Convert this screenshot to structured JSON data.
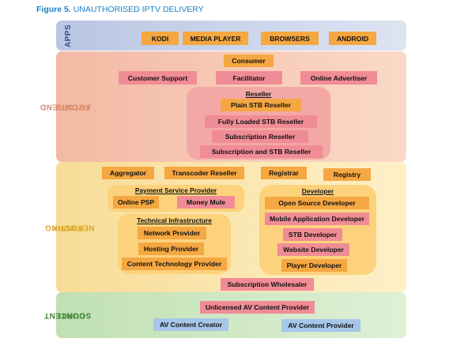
{
  "figure": {
    "number": "Figure 5.",
    "title": "UNAUTHORISED IPTV DELIVERY"
  },
  "bands": {
    "apps": {
      "label": "APPS"
    },
    "front_end": {
      "label_line1": "FRONT-END",
      "label_line2": "ACTORS"
    },
    "hosting": {
      "label_line1": "HOSTING",
      "label_line2": "NETWORK"
    },
    "content": {
      "label_line1": "CONTENT",
      "label_line2": "SOURCE"
    }
  },
  "apps": [
    "KODI",
    "MEDIA PLAYER",
    "BROWSERS",
    "ANDROID"
  ],
  "front_end": {
    "consumer": "Consumer",
    "customer_support": "Customer Support",
    "facilitator": "Facilitator",
    "online_advertiser": "Online Advertiser",
    "reseller": {
      "title": "Reseller",
      "items": [
        "Plain STB Reseller",
        "Fully Loaded STB Reseller",
        "Subscription Reseller",
        "Subscription and STB Reseller"
      ]
    }
  },
  "hosting": {
    "aggregator": "Aggregator",
    "transcoder_reseller": "Transcoder Reseller",
    "registrar": "Registrar",
    "registry": "Registry",
    "payment": {
      "title": "Payment Service Provider",
      "online_psp": "Online PSP",
      "money_mule": "Money Mule"
    },
    "technical": {
      "title": "Technical Infrastructure",
      "items": [
        "Network Provider",
        "Hosting Provider",
        "Content Technology Provider"
      ]
    },
    "developer": {
      "title": "Developer",
      "items": [
        "Open Source Developer",
        "Mobile Application Developer",
        "STB Developer",
        "Website Developer",
        "Player Developer"
      ]
    },
    "subscription_wholesaler": "Subscription Wholesaler"
  },
  "content": {
    "unlicensed": "Unlicensed AV Content Provider",
    "creator": "AV Content Creator",
    "provider": "AV Content Provider"
  },
  "colors": {
    "title_blue": "#1a7fc4",
    "apps_band": "#c7d3ea",
    "front_band": "#f7cdb5",
    "hosting_band": "#fae4a6",
    "content_band": "#cde6c1",
    "orange_box": "#f5a742",
    "pink_box": "#f08c96",
    "blue_box": "#a7c7e8"
  }
}
